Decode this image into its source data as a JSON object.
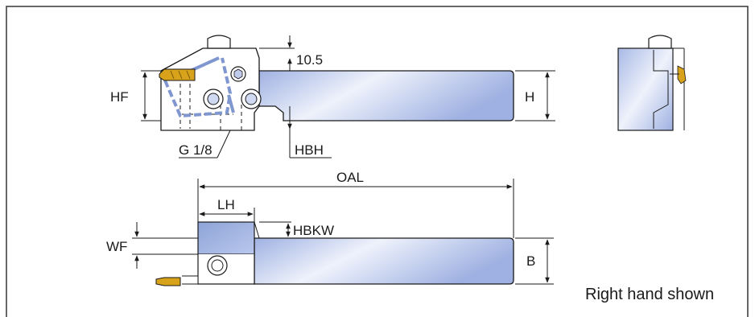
{
  "labels": {
    "dim_10_5": "10.5",
    "hf": "HF",
    "h": "H",
    "g_thread": "G 1/8",
    "hbh": "HBH",
    "oal": "OAL",
    "lh": "LH",
    "hbkw": "HBKW",
    "wf": "WF",
    "b": "B"
  },
  "note": "Right hand shown",
  "icons": [
    "coolant-screw-icon",
    "clamp-screw-icon",
    "insert-icon"
  ],
  "colors": {
    "shank_light": "#eef2fb",
    "shank_dark": "#9fb1e2",
    "clamp_blue": "#8aa2d6",
    "insert_gold": "#d8a21a",
    "line": "#1a1a1a"
  }
}
